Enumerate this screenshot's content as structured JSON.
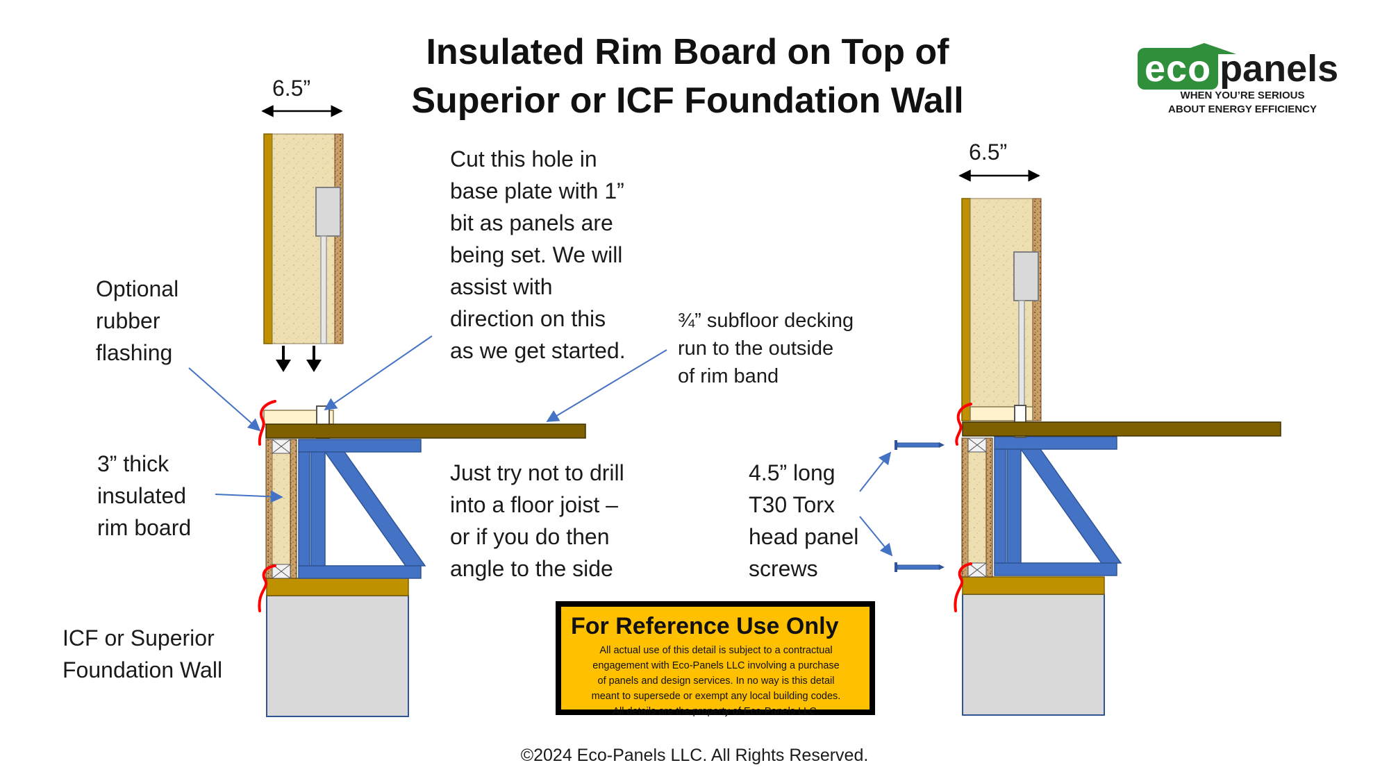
{
  "title": {
    "line1": "Insulated Rim Board on Top of",
    "line2": "Superior or ICF Foundation Wall"
  },
  "logo": {
    "eco": "eco",
    "panels": "panels",
    "tagline1": "WHEN YOU’RE SERIOUS",
    "tagline2": "ABOUT ENERGY EFFICIENCY",
    "brand_color": "#2f8f3b"
  },
  "dimensions": {
    "left_width": "6.5”",
    "right_width": "6.5”"
  },
  "labels": {
    "cut_hole": [
      "Cut this hole in",
      "base plate with 1”",
      "bit as panels are",
      "being set.  We will",
      "assist with",
      "direction on this",
      "as we get started."
    ],
    "flashing": [
      "Optional",
      "rubber",
      "flashing"
    ],
    "subfloor": [
      "¾” subfloor decking",
      "run to the outside",
      "of rim band"
    ],
    "rim_board": [
      "3” thick",
      "insulated",
      "rim board"
    ],
    "drill": [
      "Just try not to drill",
      "into a floor joist –",
      "or if you do then",
      "angle to the side"
    ],
    "screws": [
      "4.5” long",
      "T30 Torx",
      "head panel",
      "screws"
    ],
    "foundation": [
      "ICF or Superior",
      "Foundation Wall"
    ]
  },
  "reference": {
    "title": "For Reference Use Only",
    "lines": [
      "All actual use of this detail is subject to a contractual",
      "engagement with Eco-Panels LLC involving a purchase",
      "of panels and design services.  In no way is this detail",
      "meant to supersede or exempt any local building codes.",
      "All details are the property of Eco-Panels LLC."
    ]
  },
  "copyright": "©2024 Eco-Panels LLC. All Rights Reserved.",
  "colors": {
    "foam": "#eedfb3",
    "osb": "#c49a6c",
    "sill_gold": "#bf9000",
    "subfloor": "#7f6000",
    "joist_blue": "#4472c4",
    "joist_edge": "#2f5597",
    "concrete": "#d9d9d9",
    "annotation_arrow": "#4472c4",
    "flashing_red": "#ff0000",
    "refbox_bg": "#ffc000"
  }
}
